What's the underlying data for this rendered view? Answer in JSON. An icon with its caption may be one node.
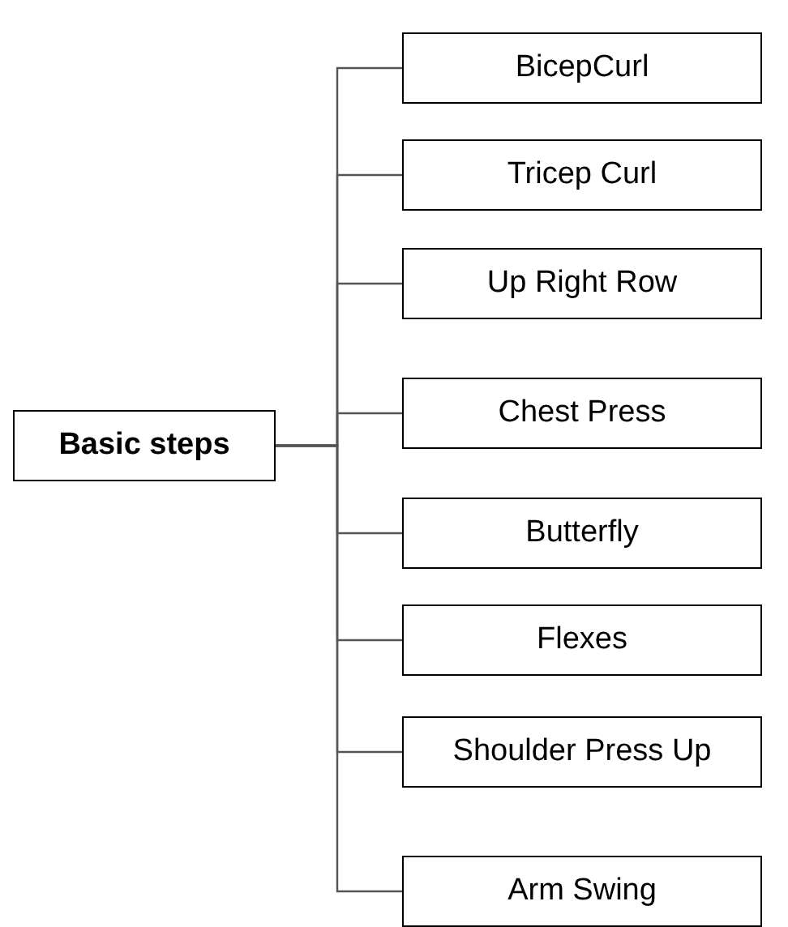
{
  "diagram": {
    "nodes": [
      {
        "text": [
          "Basic steps"
        ]
      },
      {
        "text": [
          "BicepCurl"
        ]
      },
      {
        "text": [
          "Tricep Curl"
        ]
      },
      {
        "text": [
          "Up Right Row"
        ]
      },
      {
        "text": [
          "Chest Press"
        ]
      },
      {
        "text": [
          "Butterfly"
        ]
      },
      {
        "text": [
          "Flexes"
        ]
      },
      {
        "text": [
          "Shoulder Press Up"
        ]
      },
      {
        "text": [
          "Arm Swing"
        ]
      }
    ],
    "edges": [
      {
        "from": 0,
        "to": 1,
        "arrow": "none"
      },
      {
        "from": 0,
        "to": 2,
        "arrow": "none"
      },
      {
        "from": 0,
        "to": 3,
        "arrow": "none"
      },
      {
        "from": 0,
        "to": 4,
        "arrow": "none"
      },
      {
        "from": 0,
        "to": 5,
        "arrow": "none"
      },
      {
        "from": 0,
        "to": 6,
        "arrow": "none"
      },
      {
        "from": 0,
        "to": 7,
        "arrow": "none"
      },
      {
        "from": 0,
        "to": 8,
        "arrow": "none"
      }
    ]
  }
}
